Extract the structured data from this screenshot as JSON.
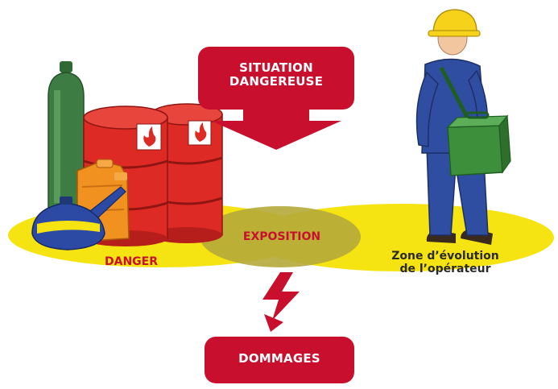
{
  "situation_box": {
    "line1": "SITUATION",
    "line2": "DANGEREUSE"
  },
  "exposition_label": "EXPOSITION",
  "danger_label": "DANGER",
  "zone_label": {
    "line1": "Zone d’évolution",
    "line2": "de l’opérateur"
  },
  "dommages_box": "DOMMAGES",
  "colors": {
    "accent_red": "#c8102e",
    "zone_yellow": "#f6e312",
    "overlap_olive": "#b5aa3a",
    "worker_blue": "#2f4ea1",
    "barrel_red": "#de2a24",
    "cylinder_green": "#3d7d43",
    "jerrycan_orange": "#f19220",
    "toolbox_green": "#3e8f3c",
    "helmet_yellow": "#f6d21a"
  },
  "icons": [
    "gas-cylinder-icon",
    "barrel-icon",
    "jerrycan-icon",
    "oil-can-icon",
    "flammable-symbol-icon",
    "worker-icon",
    "toolbox-icon",
    "lightning-arrow-icon"
  ]
}
